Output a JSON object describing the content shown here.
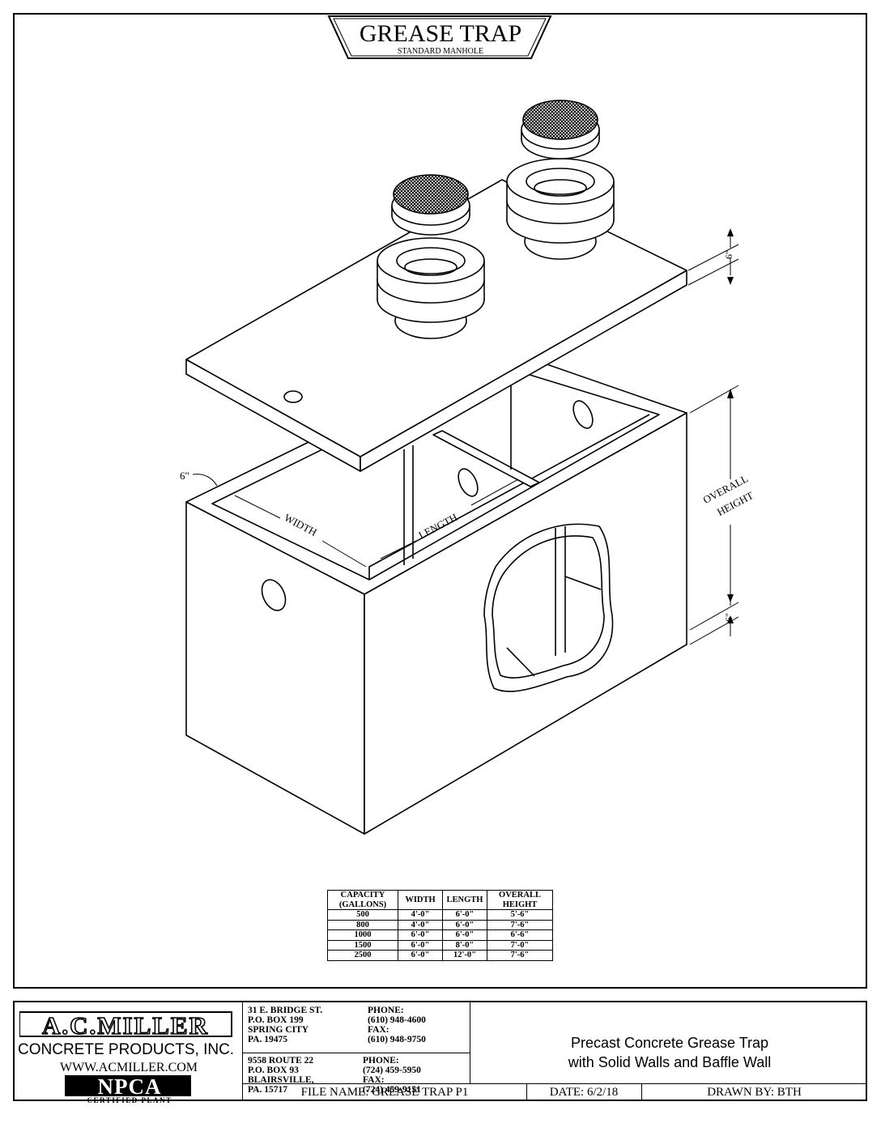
{
  "title": {
    "main": "GREASE TRAP",
    "sub": "STANDARD MANHOLE"
  },
  "labels": {
    "wall_thickness": "6\"",
    "lid_thickness": "6\"",
    "base_thickness": "6\"",
    "width": "WIDTH",
    "length": "LENGTH",
    "overall_height_line1": "OVERALL",
    "overall_height_line2": "HEIGHT"
  },
  "capacity_table": {
    "headers": [
      "CAPACITY (GALLONS)",
      "WIDTH",
      "LENGTH",
      "OVERALL HEIGHT"
    ],
    "header_lines": {
      "capacity": [
        "CAPACITY",
        "(GALLONS)"
      ],
      "overall": [
        "OVERALL",
        "HEIGHT"
      ]
    },
    "rows": [
      [
        "500",
        "4'-0\"",
        "6'-0\"",
        "5'-6\""
      ],
      [
        "800",
        "4'-0\"",
        "6'-0\"",
        "7'-6\""
      ],
      [
        "1000",
        "6'-0\"",
        "6'-0\"",
        "6'-6\""
      ],
      [
        "1500",
        "6'-0\"",
        "8'-0\"",
        "7'-0\""
      ],
      [
        "2500",
        "6'-0\"",
        "12'-0\"",
        "7'-6\""
      ]
    ]
  },
  "company": {
    "logo_text": "A.C.MILLER",
    "name": "CONCRETE PRODUCTS, INC.",
    "website": "WWW.ACMILLER.COM",
    "cert_logo": "NPCA",
    "cert_text": "CERTIFIED PLANT"
  },
  "locations": [
    {
      "address": [
        "31 E. BRIDGE ST.",
        "P.O. BOX 199",
        "SPRING CITY",
        "PA. 19475"
      ],
      "contact": [
        "PHONE:",
        "(610) 948-4600",
        "FAX:",
        "(610) 948-9750"
      ]
    },
    {
      "address": [
        "9558 ROUTE 22",
        "P.O. BOX 93",
        "BLAIRSVILLE,",
        "PA. 15717"
      ],
      "contact": [
        "PHONE:",
        "(724) 459-5950",
        "FAX:",
        "(724) 459-9151"
      ]
    }
  ],
  "description": {
    "line1": "Precast Concrete Grease Trap",
    "line2": "with Solid Walls and Baffle Wall"
  },
  "footer": {
    "file_name": "FILE NAME: GREASE TRAP P1",
    "date": "DATE: 6/2/18",
    "drawn_by": "DRAWN BY: BTH"
  }
}
